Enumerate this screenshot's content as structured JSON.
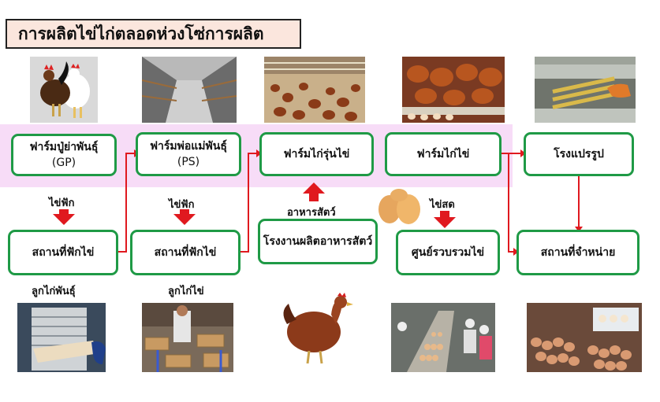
{
  "title": "การผลิตไข่ไก่ตลอดห่วงโซ่การผลิต",
  "nodes": {
    "gp_farm": {
      "label": "ฟาร์มปู่ย่าพันธุ์",
      "sub": "(GP)"
    },
    "ps_farm": {
      "label": "ฟาร์มพ่อแม่พันธุ์",
      "sub": "(PS)"
    },
    "pullet_farm": {
      "label": "ฟาร์มไก่รุ่นไข่"
    },
    "layer_farm": {
      "label": "ฟาร์มไก่ไข่"
    },
    "processing_plant": {
      "label": "โรงแปรรูป"
    },
    "hatchery_1": {
      "label": "สถานที่ฟักไข่"
    },
    "hatchery_2": {
      "label": "สถานที่ฟักไข่"
    },
    "feed_mill": {
      "label": "โรงงานผลิตอาหารสัตว์"
    },
    "egg_collection_center": {
      "label": "ศูนย์รวบรวมไข่"
    },
    "retail_outlet": {
      "label": "สถานที่จำหน่าย"
    }
  },
  "labels": {
    "hatching_egg_1": "ไข่ฟัก",
    "hatching_egg_2": "ไข่ฟัก",
    "animal_feed": "อาหารสัตว์",
    "fresh_egg": "ไข่สด",
    "breeder_chicks": "ลูกไก่พันธุ์",
    "layer_chicks": "ลูกไก่ไข่"
  },
  "colors": {
    "node_border": "#1f9a46",
    "arrow": "#e0191f",
    "band": "#f7dcf7",
    "title_bg": "#fbe6dd"
  }
}
